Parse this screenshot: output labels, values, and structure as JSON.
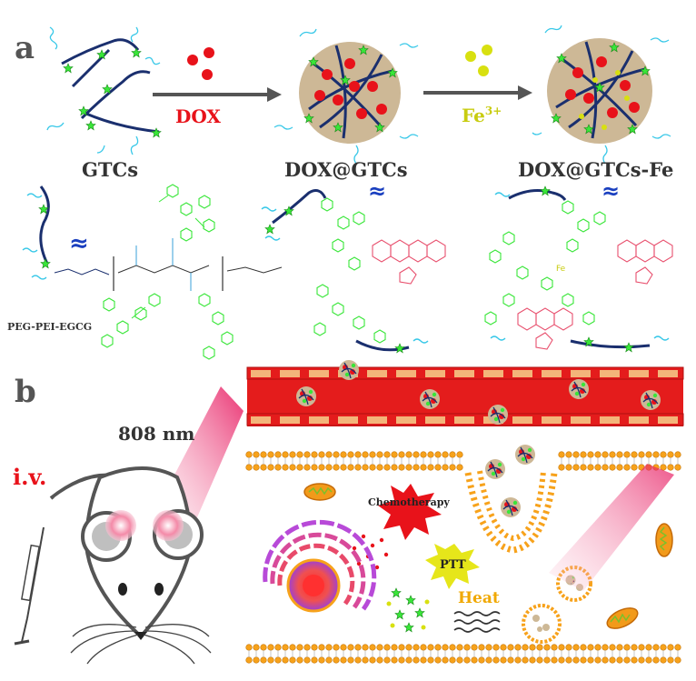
{
  "panel_a": {
    "label": "a",
    "arrow1_label": "DOX",
    "arrow2_label_base": "Fe",
    "arrow2_label_sup": "3+",
    "stage_labels": [
      "GTCs",
      "DOX@GTCs",
      "DOX@GTCs-Fe"
    ],
    "approx_symbol": "≈",
    "polymer_name": "PEG-PEI-EGCG",
    "fe_atom": "Fe"
  },
  "panel_b": {
    "label": "b",
    "wavelength": "808 nm",
    "injection": "i.v.",
    "chemo_label": "Chemotherapy",
    "ptt_label": "PTT",
    "heat_label": "Heat"
  },
  "colors": {
    "dox_red": "#e8121a",
    "fe_yellow": "#d8e010",
    "egcg_green": "#39e639",
    "chain_navy": "#1a2f6e",
    "peg_cyan": "#38c8e8",
    "nanoparticle_tan": "#cdb896",
    "vessel_red": "#e41c1c",
    "membrane_orange": "#f7a21b",
    "dox_struct_pink": "#e8506e"
  }
}
